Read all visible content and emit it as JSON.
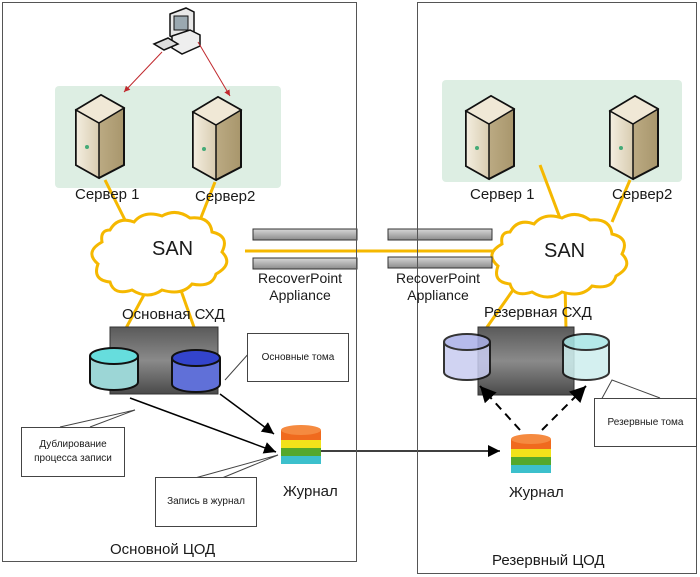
{
  "primary_site": {
    "label": "Основной ЦОД",
    "servers": [
      {
        "label": "Сервер 1"
      },
      {
        "label": "Сервер2"
      }
    ],
    "san": {
      "label": "SAN"
    },
    "appliance": {
      "line1": "RecoverPoint",
      "line2": "Appliance"
    },
    "storage": {
      "label": "Основная СХД"
    },
    "journal": {
      "label": "Журнал"
    },
    "callouts": {
      "volumes": "Основные тома",
      "write_split": [
        "Дублирование",
        "процесса записи"
      ],
      "journal_write": "Запись в журнал"
    }
  },
  "backup_site": {
    "label": "Резервный ЦОД",
    "servers": [
      {
        "label": "Сервер 1"
      },
      {
        "label": "Сервер2"
      }
    ],
    "san": {
      "label": "SAN"
    },
    "appliance": {
      "line1": "RecoverPoint",
      "line2": "Appliance"
    },
    "storage": {
      "label": "Резервная СХД"
    },
    "journal": {
      "label": "Журнал"
    },
    "callouts": {
      "volumes": "Резервные тома"
    }
  },
  "colors": {
    "san_link": "#f5b800",
    "server_zone": "#ddeee3",
    "admin_arrow": "#c0282d",
    "flow_arrow": "#000000",
    "primary_volume_a": "#66dddd",
    "primary_volume_b": "#3344cc",
    "backup_volume_a": "#aab0e8",
    "backup_volume_b": "#a8e6e6",
    "journal_layers": [
      "#f06a1e",
      "#f2e21a",
      "#54a82c",
      "#3cc0cc"
    ]
  }
}
